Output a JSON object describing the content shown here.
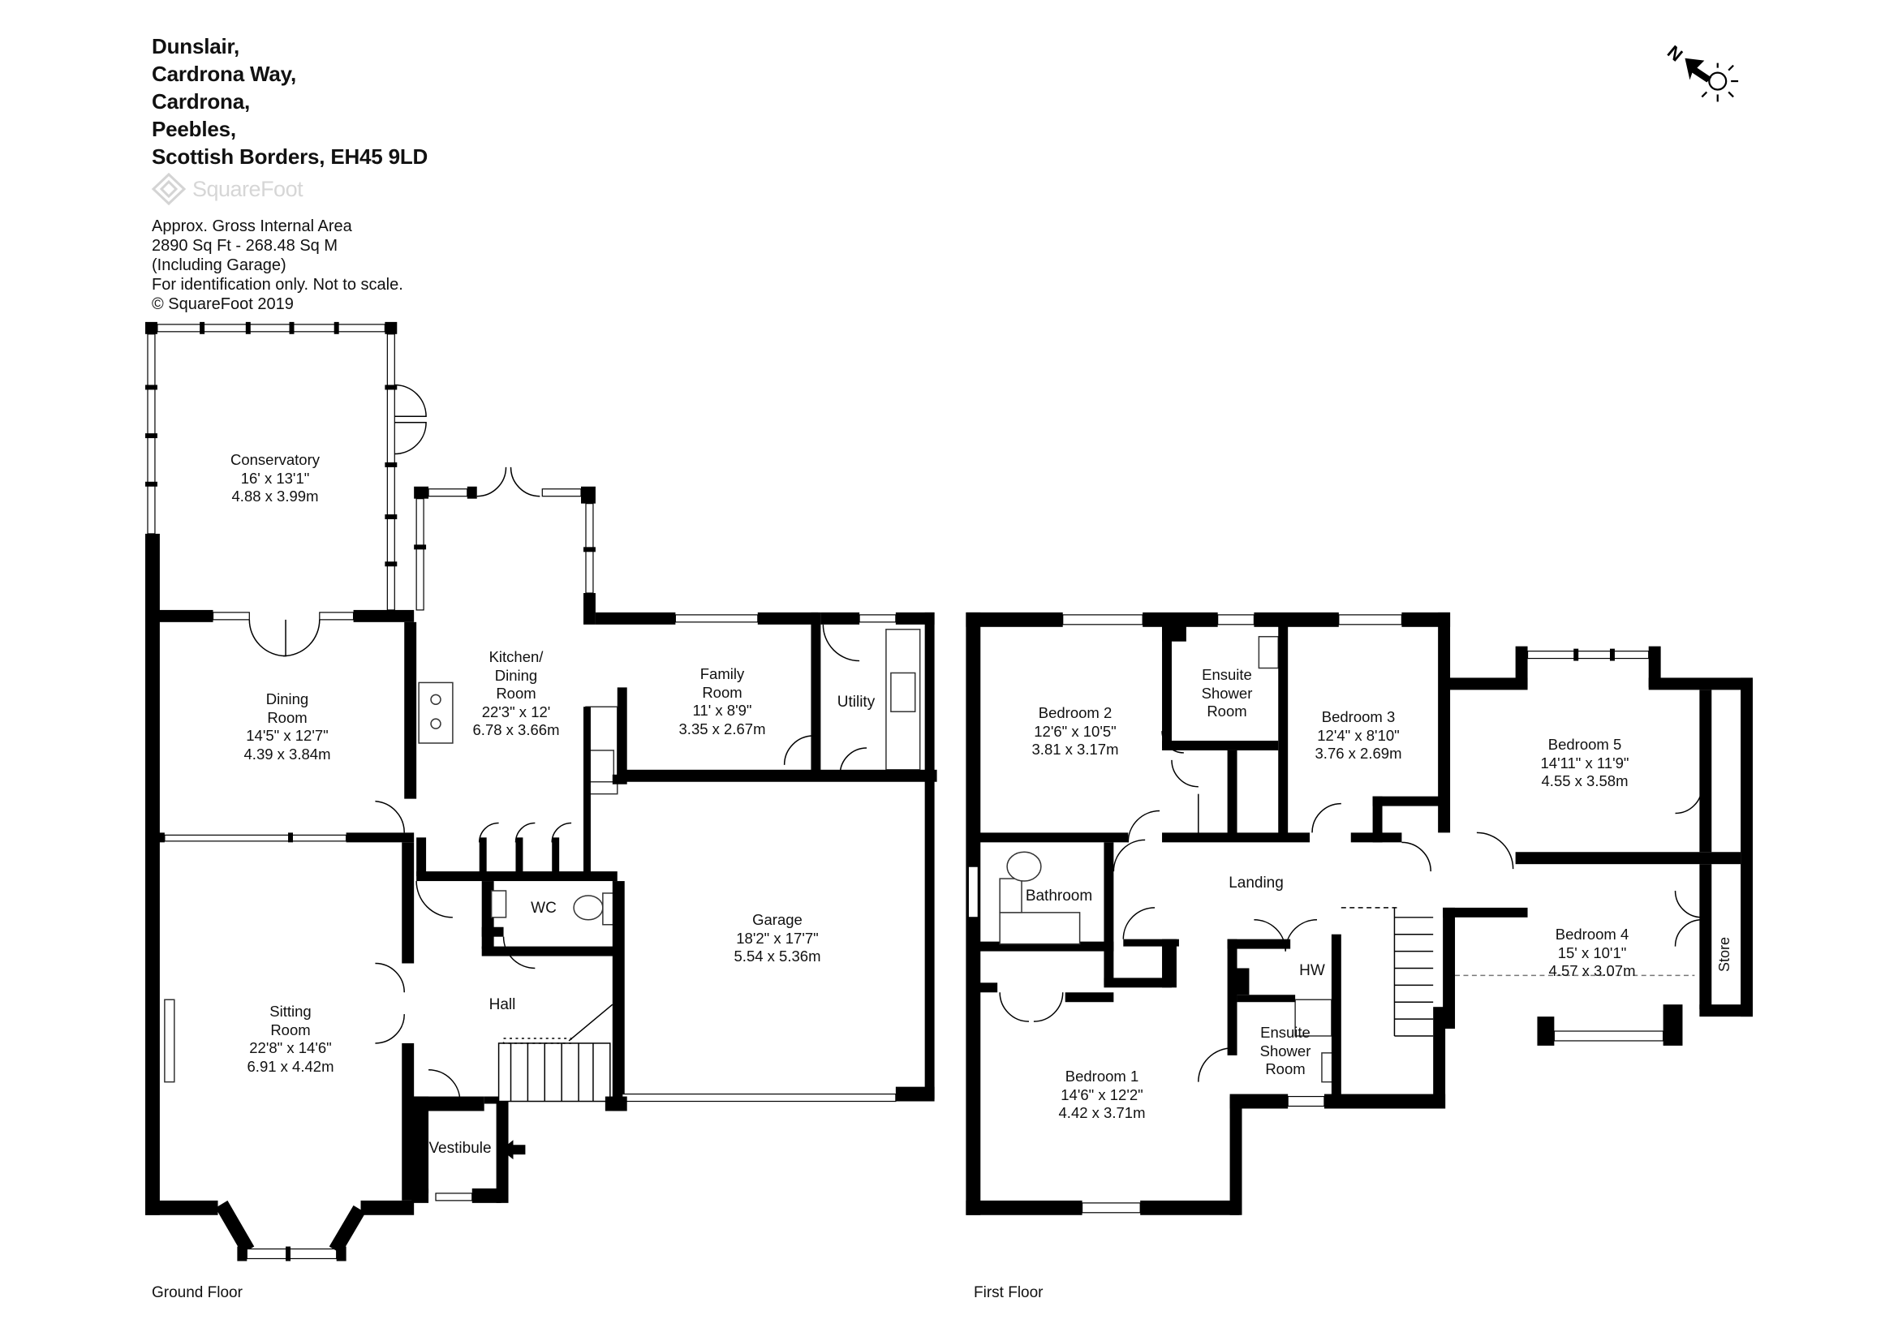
{
  "address": [
    "Dunslair,",
    "Cardrona Way,",
    "Cardrona,",
    "Peebles,",
    "Scottish Borders, EH45 9LD"
  ],
  "brand": "SquareFoot",
  "area_info": [
    "Approx. Gross Internal Area",
    "2890 Sq Ft  -  268.48 Sq M",
    "(Including Garage)",
    "For identification only. Not to scale.",
    "© SquareFoot 2019"
  ],
  "compass": {
    "north_letter": "N"
  },
  "floors": {
    "ground": {
      "label": "Ground Floor",
      "rooms": {
        "conservatory": [
          "Conservatory",
          "16' x 13'1\"",
          "4.88 x 3.99m"
        ],
        "dining": [
          "Dining",
          "Room",
          "14'5\" x 12'7\"",
          "4.39 x 3.84m"
        ],
        "kitchen": [
          "Kitchen/",
          "Dining",
          "Room",
          "22'3\" x 12'",
          "6.78 x 3.66m"
        ],
        "family": [
          "Family",
          "Room",
          "11' x 8'9\"",
          "3.35 x 2.67m"
        ],
        "sitting": [
          "Sitting",
          "Room",
          "22'8\" x 14'6\"",
          "6.91 x 4.42m"
        ],
        "garage": [
          "Garage",
          "18'2\" x 17'7\"",
          "5.54 x 5.36m"
        ]
      },
      "labels": {
        "utility": "Utility",
        "wc": "WC",
        "hall": "Hall",
        "vestibule": "Vestibule"
      }
    },
    "first": {
      "label": "First Floor",
      "rooms": {
        "bedroom2": [
          "Bedroom 2",
          "12'6\" x 10'5\"",
          "3.81 x 3.17m"
        ],
        "ensuite_top": [
          "Ensuite",
          "Shower",
          "Room"
        ],
        "bedroom3": [
          "Bedroom 3",
          "12'4\" x 8'10\"",
          "3.76 x 2.69m"
        ],
        "bedroom5": [
          "Bedroom 5",
          "14'11\" x 11'9\"",
          "4.55 x 3.58m"
        ],
        "bedroom4": [
          "Bedroom 4",
          "15' x 10'1\"",
          "4.57 x 3.07m"
        ],
        "bedroom1": [
          "Bedroom 1",
          "14'6\" x 12'2\"",
          "4.42 x 3.71m"
        ],
        "ensuite_bottom": [
          "Ensuite",
          "Shower",
          "Room"
        ]
      },
      "labels": {
        "bathroom": "Bathroom",
        "landing": "Landing",
        "hw": "HW",
        "store": "Store"
      }
    }
  },
  "colors": {
    "wall": "#000000",
    "window": "#ffffff",
    "fixture": "#555555",
    "watermark": "#d6d6d6"
  }
}
